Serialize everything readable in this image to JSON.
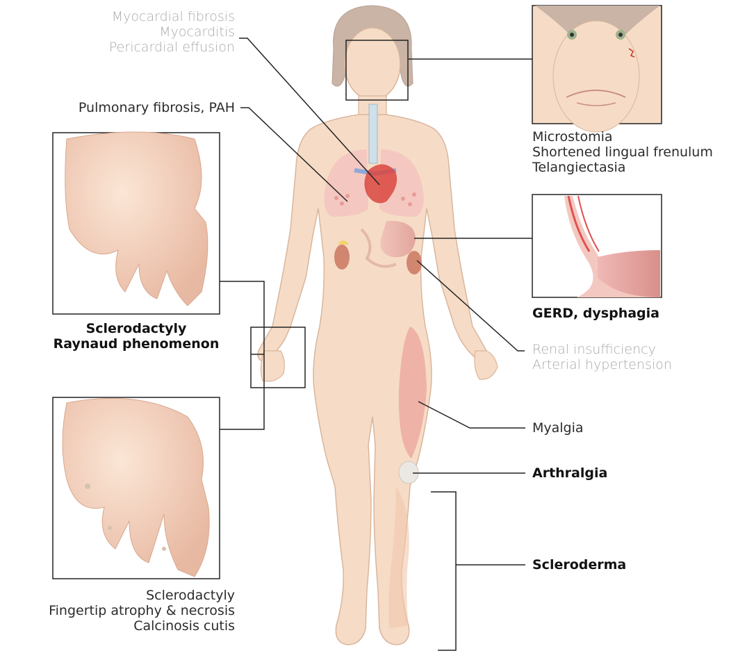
{
  "labels": {
    "heart": [
      "Myocardial fibrosis",
      "Myocarditis",
      "Pericardial effusion"
    ],
    "lung": [
      "Pulmonary fibrosis, PAH"
    ],
    "face": [
      "Microstomia",
      "Shortened lingual frenulum",
      "Telangiectasia"
    ],
    "gerd": [
      "GERD, dysphagia"
    ],
    "hand_top": [
      "Sclerodactyly",
      "Raynaud phenomenon"
    ],
    "renal": [
      "Renal insufficiency",
      "Arterial hypertension"
    ],
    "myalgia": [
      "Myalgia"
    ],
    "arthralgia": [
      "Arthralgia"
    ],
    "scleroderma": [
      "Scleroderma"
    ],
    "hand_bottom": [
      "Sclerodactyly",
      "Fingertip atrophy & necrosis",
      "Calcinosis cutis"
    ]
  },
  "colors": {
    "skin": "#f6dcc6",
    "skin_outline": "#d9b59c",
    "hair": "#c9b4a6",
    "lung": "#f3c2bd",
    "heart": "#d9463f",
    "vessel": "#8fa8d8",
    "kidney": "#d1866f",
    "muscle": "#e9908c",
    "esophagus": "#e05050",
    "leader_line": "#222222",
    "light_text": "#a9a9a9"
  }
}
